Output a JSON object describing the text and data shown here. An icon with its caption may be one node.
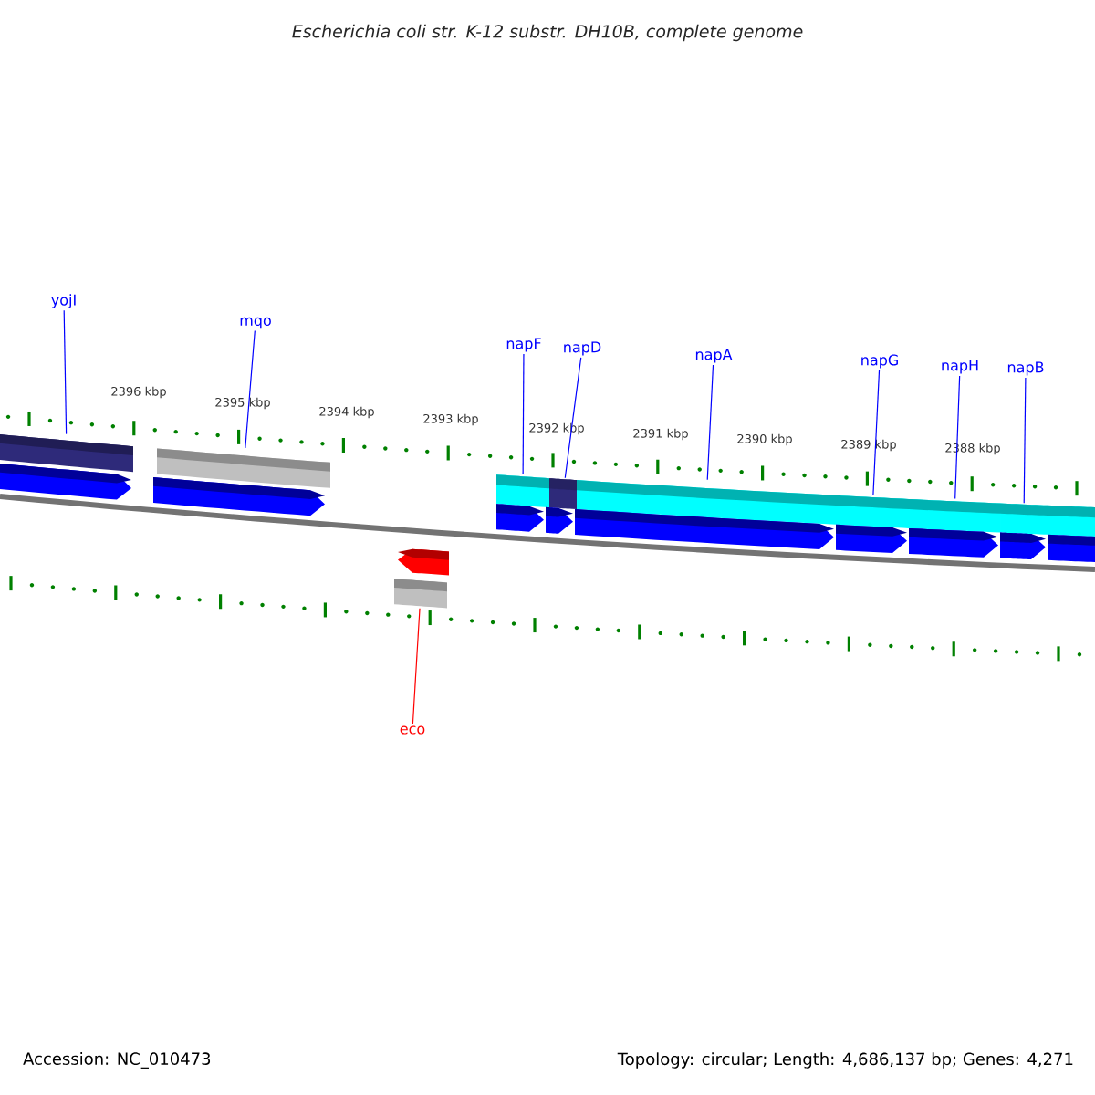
{
  "diagram": {
    "title": "Escherichia coli str. K-12 substr. DH10B, complete genome",
    "nodes": [
      {
        "text": [
          "yojI"
        ]
      },
      {
        "text": [
          "mqo"
        ]
      },
      {
        "text": [
          "napF"
        ]
      },
      {
        "text": [
          "napD"
        ]
      },
      {
        "text": [
          "napA"
        ]
      },
      {
        "text": [
          "napG"
        ]
      },
      {
        "text": [
          "napH"
        ]
      },
      {
        "text": [
          "napB"
        ]
      },
      {
        "text": [
          "eco"
        ]
      },
      {
        "text": [],
        "shape": "box"
      },
      {
        "text": [],
        "shape": "box"
      },
      {
        "text": [],
        "shape": "box"
      },
      {
        "text": [],
        "shape": "box"
      },
      {
        "text": [],
        "shape": "box"
      },
      {
        "text": [],
        "shape": "box"
      },
      {
        "text": [],
        "shape": "box"
      },
      {
        "text": [],
        "shape": "box"
      },
      {
        "text": [],
        "shape": "box"
      },
      {
        "text": [],
        "shape": "box"
      },
      {
        "text": [],
        "shape": "pentagon"
      },
      {
        "text": [],
        "shape": "pentagon"
      },
      {
        "text": [],
        "shape": "pentagon"
      },
      {
        "text": [],
        "shape": "pentagon"
      },
      {
        "text": [],
        "shape": "pentagon"
      },
      {
        "text": [],
        "shape": "pentagon"
      },
      {
        "text": [],
        "shape": "pentagon"
      },
      {
        "text": [],
        "shape": "pentagon"
      },
      {
        "text": [],
        "shape": "pentagon"
      },
      {
        "text": [],
        "shape": "pentagon"
      }
    ],
    "edges": [
      {
        "from": 0,
        "to": 9,
        "arrow": "none"
      },
      {
        "from": 1,
        "to": 10,
        "arrow": "none"
      },
      {
        "from": 2,
        "to": 11,
        "arrow": "none"
      },
      {
        "from": 3,
        "to": 12,
        "arrow": "none"
      },
      {
        "from": 4,
        "to": 13,
        "arrow": "none"
      },
      {
        "from": 5,
        "to": 14,
        "arrow": "none"
      },
      {
        "from": 6,
        "to": 15,
        "arrow": "none"
      },
      {
        "from": 7,
        "to": 16,
        "arrow": "none"
      },
      {
        "from": 8,
        "to": 18,
        "arrow": "none",
        "color": "#ff0000"
      }
    ],
    "labels": [
      "2396 kbp",
      "2395 kbp",
      "2394 kbp",
      "2393 kbp",
      "2392 kbp",
      "2391 kbp",
      "2390 kbp",
      "2389 kbp",
      "2388 kbp",
      "Accession: NC_010473",
      "Topology: circular; Length: 4,686,137 bp; Genes: 4,271"
    ]
  }
}
